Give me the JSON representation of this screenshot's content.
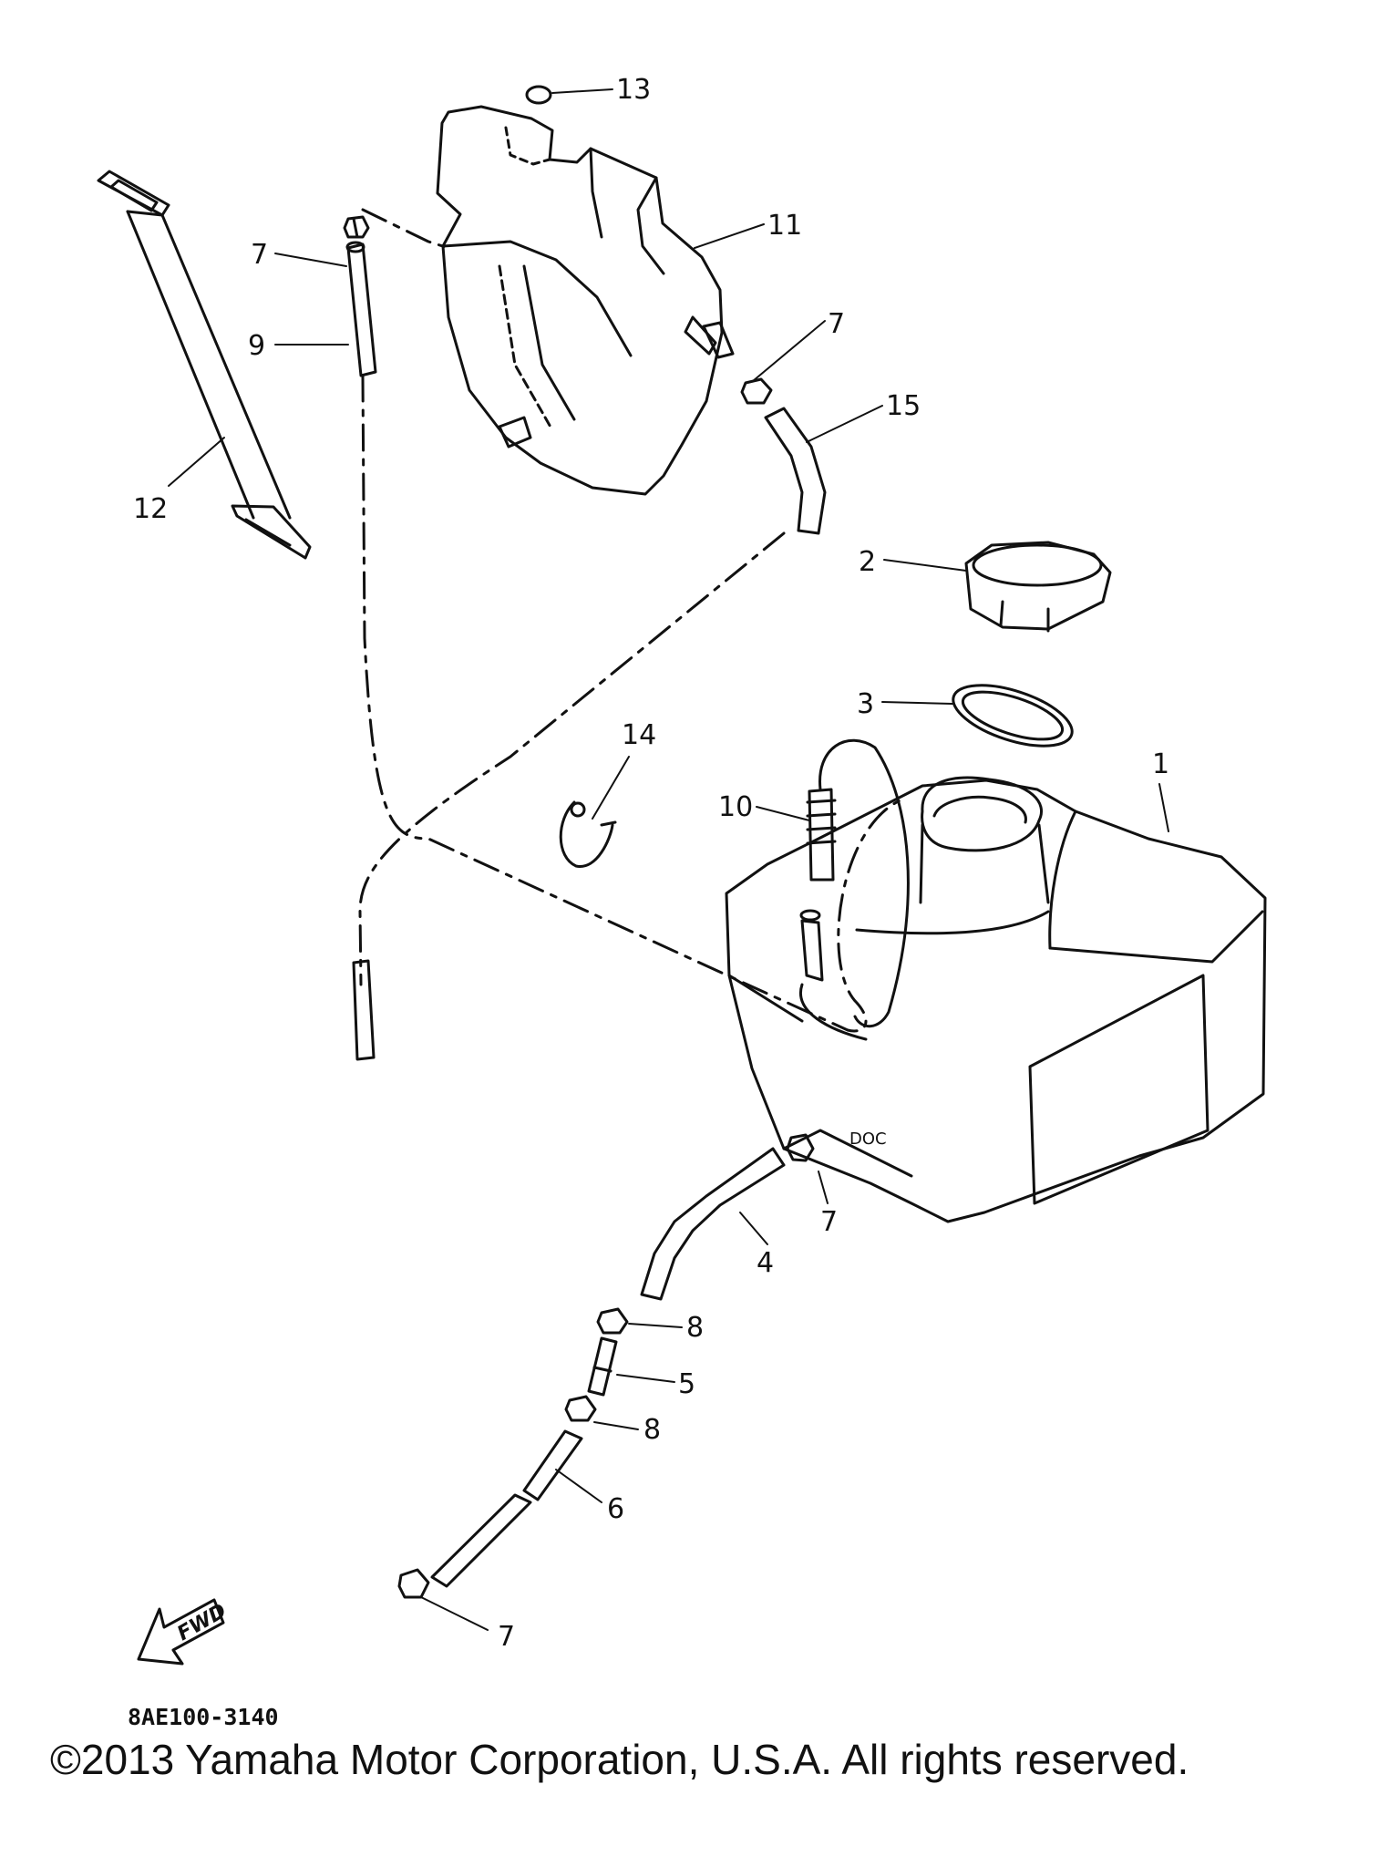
{
  "callouts": [
    {
      "id": "c13",
      "text": "13"
    },
    {
      "id": "c11",
      "text": "11"
    },
    {
      "id": "c7a",
      "text": "7"
    },
    {
      "id": "c7b",
      "text": "7"
    },
    {
      "id": "c9",
      "text": "9"
    },
    {
      "id": "c15",
      "text": "15"
    },
    {
      "id": "c12",
      "text": "12"
    },
    {
      "id": "c2",
      "text": "2"
    },
    {
      "id": "c3",
      "text": "3"
    },
    {
      "id": "c14",
      "text": "14"
    },
    {
      "id": "c1",
      "text": "1"
    },
    {
      "id": "c10",
      "text": "10"
    },
    {
      "id": "c7c",
      "text": "7"
    },
    {
      "id": "c4",
      "text": "4"
    },
    {
      "id": "c8a",
      "text": "8"
    },
    {
      "id": "c5",
      "text": "5"
    },
    {
      "id": "c8b",
      "text": "8"
    },
    {
      "id": "c6",
      "text": "6"
    },
    {
      "id": "c7d",
      "text": "7"
    }
  ],
  "fwd_label": "FWD",
  "diagram_code": "8AE100-3140",
  "copyright": "©2013 Yamaha Motor Corporation, U.S.A. All rights reserved.",
  "colors": {
    "ink": "#111111",
    "background": "#ffffff"
  }
}
